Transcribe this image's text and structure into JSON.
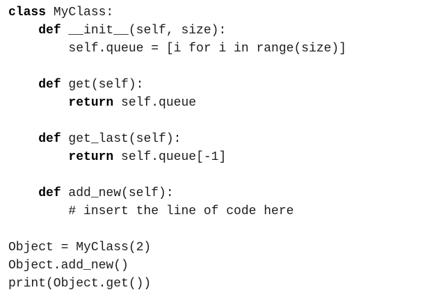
{
  "page": {
    "background_color": "#ffffff",
    "text_color": "#1c1c1c",
    "keyword_color": "#000000"
  },
  "code": {
    "language": "python",
    "lines": [
      {
        "segments": [
          {
            "text": "class",
            "bold": true
          },
          {
            "text": " MyClass:",
            "bold": false
          }
        ]
      },
      {
        "segments": [
          {
            "text": "    ",
            "bold": false
          },
          {
            "text": "def",
            "bold": true
          },
          {
            "text": " __init__(self, size):",
            "bold": false
          }
        ]
      },
      {
        "segments": [
          {
            "text": "        self.queue = [i for i in range(size)]",
            "bold": false
          }
        ]
      },
      {
        "segments": []
      },
      {
        "segments": [
          {
            "text": "    ",
            "bold": false
          },
          {
            "text": "def",
            "bold": true
          },
          {
            "text": " get(self):",
            "bold": false
          }
        ]
      },
      {
        "segments": [
          {
            "text": "        ",
            "bold": false
          },
          {
            "text": "return",
            "bold": true
          },
          {
            "text": " self.queue",
            "bold": false
          }
        ]
      },
      {
        "segments": []
      },
      {
        "segments": [
          {
            "text": "    ",
            "bold": false
          },
          {
            "text": "def",
            "bold": true
          },
          {
            "text": " get_last(self):",
            "bold": false
          }
        ]
      },
      {
        "segments": [
          {
            "text": "        ",
            "bold": false
          },
          {
            "text": "return",
            "bold": true
          },
          {
            "text": " self.queue[-1]",
            "bold": false
          }
        ]
      },
      {
        "segments": []
      },
      {
        "segments": [
          {
            "text": "    ",
            "bold": false
          },
          {
            "text": "def",
            "bold": true
          },
          {
            "text": " add_new(self):",
            "bold": false
          }
        ]
      },
      {
        "segments": [
          {
            "text": "        # insert the line of code here",
            "bold": false
          }
        ]
      },
      {
        "segments": []
      },
      {
        "segments": [
          {
            "text": "Object = MyClass(2)",
            "bold": false
          }
        ]
      },
      {
        "segments": [
          {
            "text": "Object.add_new()",
            "bold": false
          }
        ]
      },
      {
        "segments": [
          {
            "text": "print(Object.get())",
            "bold": false
          }
        ]
      }
    ]
  }
}
